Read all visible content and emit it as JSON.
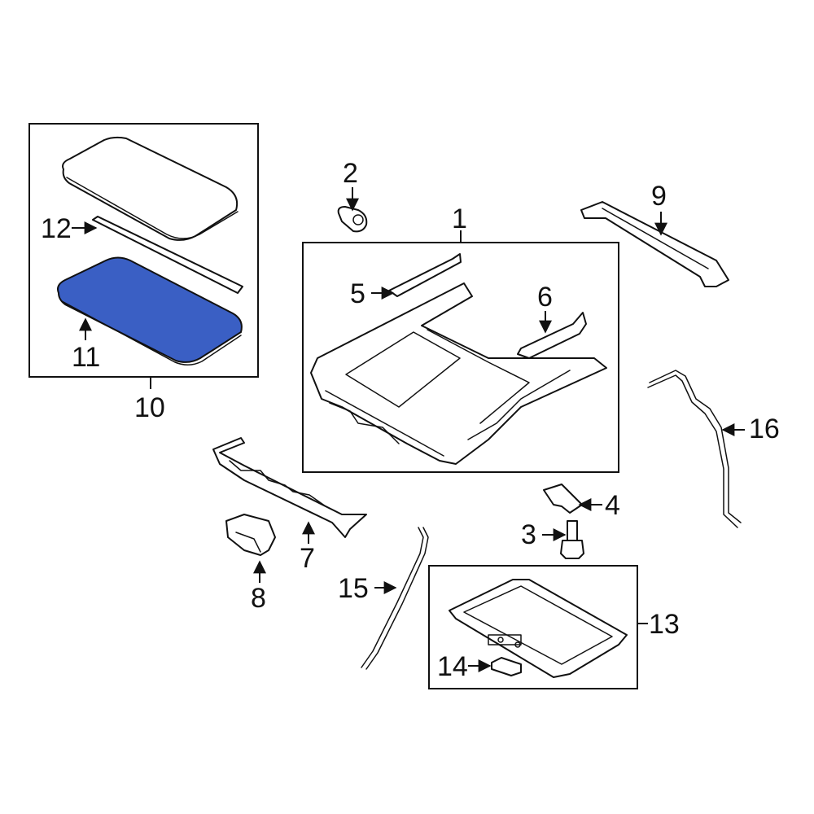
{
  "highlight_color": "#3a5fc4",
  "highlighted_part": "11",
  "callouts": {
    "c1": "1",
    "c2": "2",
    "c3": "3",
    "c4": "4",
    "c5": "5",
    "c6": "6",
    "c7": "7",
    "c8": "8",
    "c9": "9",
    "c10": "10",
    "c11": "11",
    "c12": "12",
    "c13": "13",
    "c14": "14",
    "c15": "15",
    "c16": "16"
  }
}
